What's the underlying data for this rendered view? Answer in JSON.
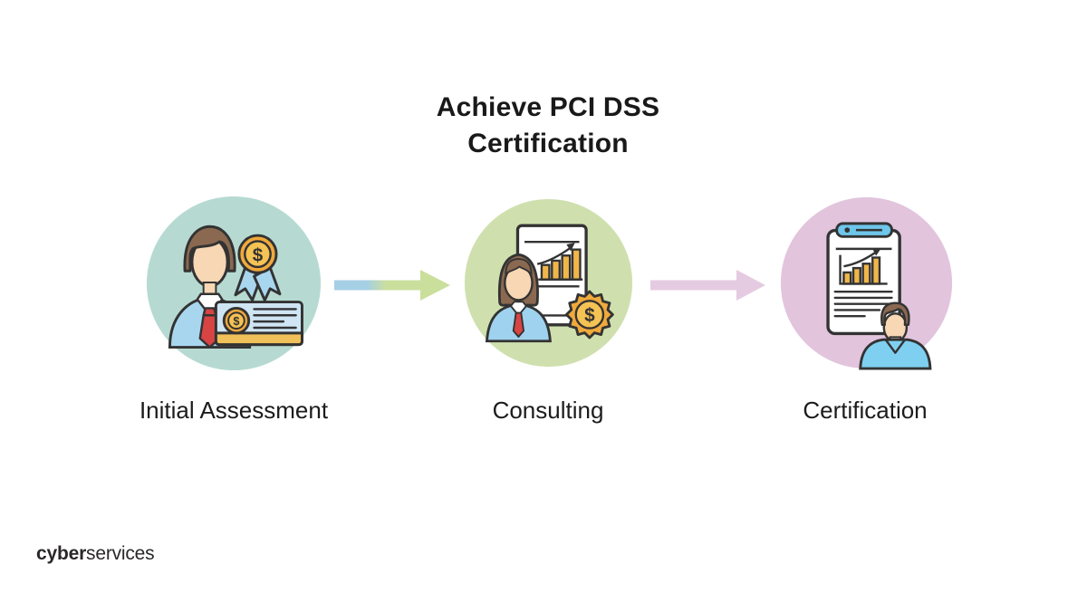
{
  "page": {
    "title_line1": "Achieve PCI DSS",
    "title_line2": "Certification"
  },
  "steps": [
    {
      "label": "Initial Assessment",
      "circle_color": "#b6dad2"
    },
    {
      "label": "Consulting",
      "circle_color": "#cfe0ae"
    },
    {
      "label": "Certification",
      "circle_color": "#e2c4dd"
    }
  ],
  "arrows": [
    {
      "color_start": "#a5cfe4",
      "color_end": "#cbdf9d"
    },
    {
      "color_start": "#e5cbe1",
      "color_end": "#e5cbe1"
    }
  ],
  "brand": {
    "bold_part": "cyber",
    "regular_part": "services"
  },
  "glyphs": {
    "dollar": "$"
  }
}
